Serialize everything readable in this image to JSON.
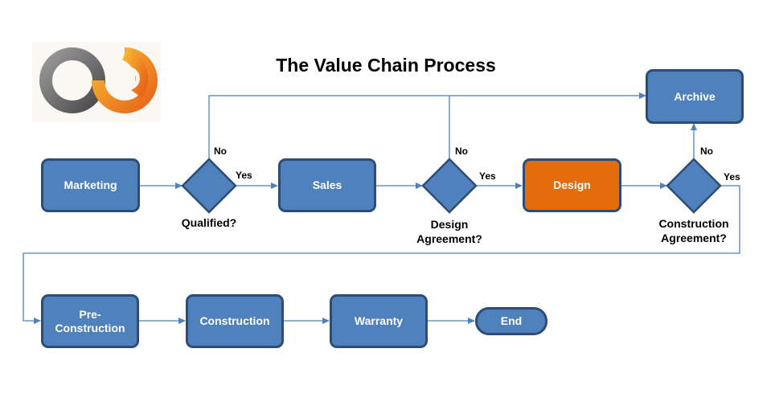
{
  "title": "The Value Chain Process",
  "colors": {
    "process_fill": "#4f81bd",
    "process_border": "#2e4c75",
    "active_fill": "#e46c0a",
    "connector": "#4f81bd",
    "logo_gray": "#6e6e6e",
    "logo_orange": "#f08a1c"
  },
  "logo": {
    "icon": "interlocking-rings-logo"
  },
  "nodes": {
    "marketing": "Marketing",
    "sales": "Sales",
    "design": "Design",
    "archive": "Archive",
    "pre_construction_line1": "Pre-",
    "pre_construction_line2": "Construction",
    "construction": "Construction",
    "warranty": "Warranty",
    "end": "End"
  },
  "decisions": {
    "qualified": "Qualified?",
    "design_agreement_line1": "Design",
    "design_agreement_line2": "Agreement?",
    "construction_agreement_line1": "Construction",
    "construction_agreement_line2": "Agreement?"
  },
  "edge_labels": {
    "yes": "Yes",
    "no": "No"
  }
}
